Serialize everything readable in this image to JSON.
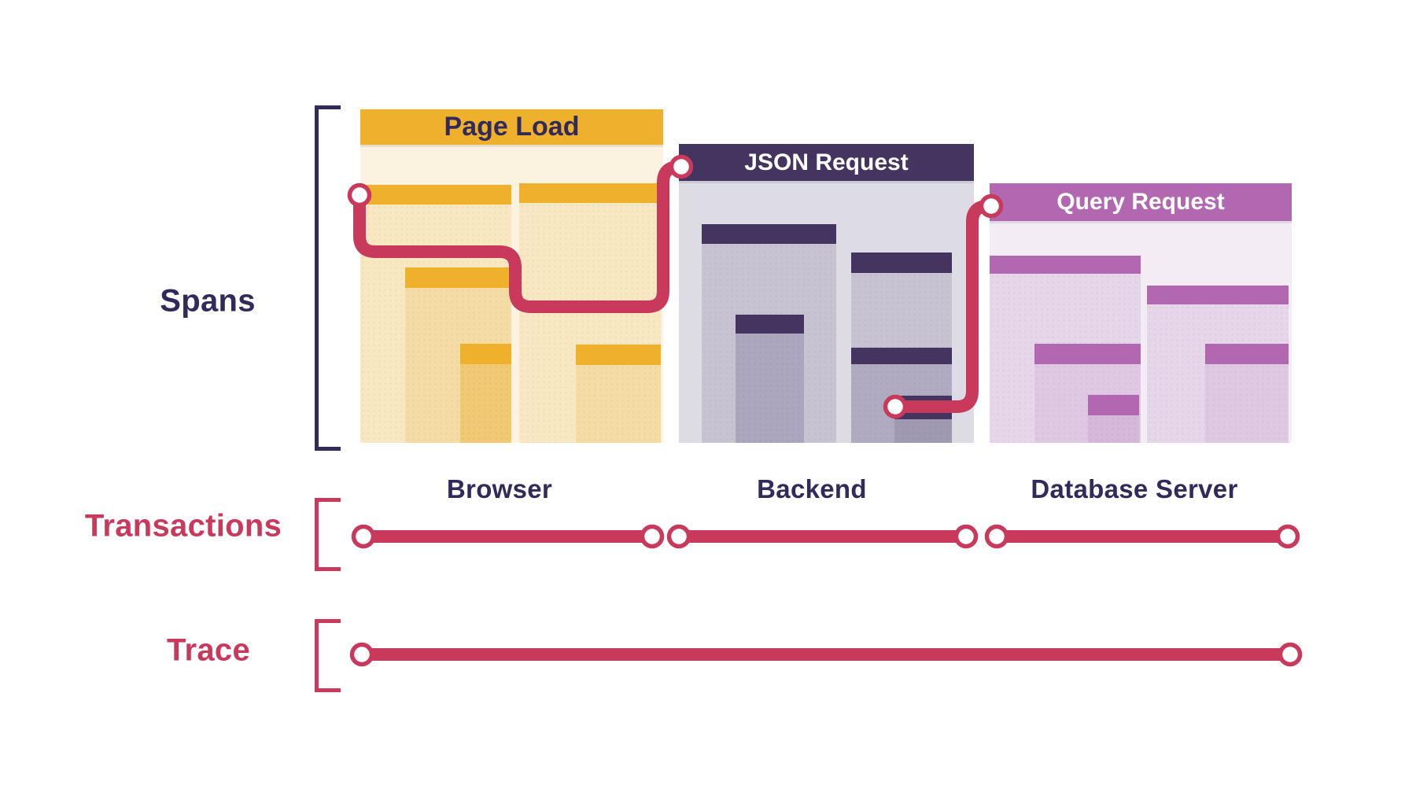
{
  "colors": {
    "gold": "#EFB02B",
    "navy": "#43355F",
    "purple": "#B168B0",
    "red": "#C8395C",
    "ink": "#332A5C"
  },
  "sections": {
    "spans": {
      "label": "Spans"
    },
    "transactions": {
      "label": "Transactions"
    },
    "trace": {
      "label": "Trace"
    }
  },
  "blocks": [
    {
      "id": "page-load",
      "title": "Page Load",
      "source_label": "Browser"
    },
    {
      "id": "json-request",
      "title": "JSON Request",
      "source_label": "Backend"
    },
    {
      "id": "query-request",
      "title": "Query Request",
      "source_label": "Database Server"
    }
  ]
}
